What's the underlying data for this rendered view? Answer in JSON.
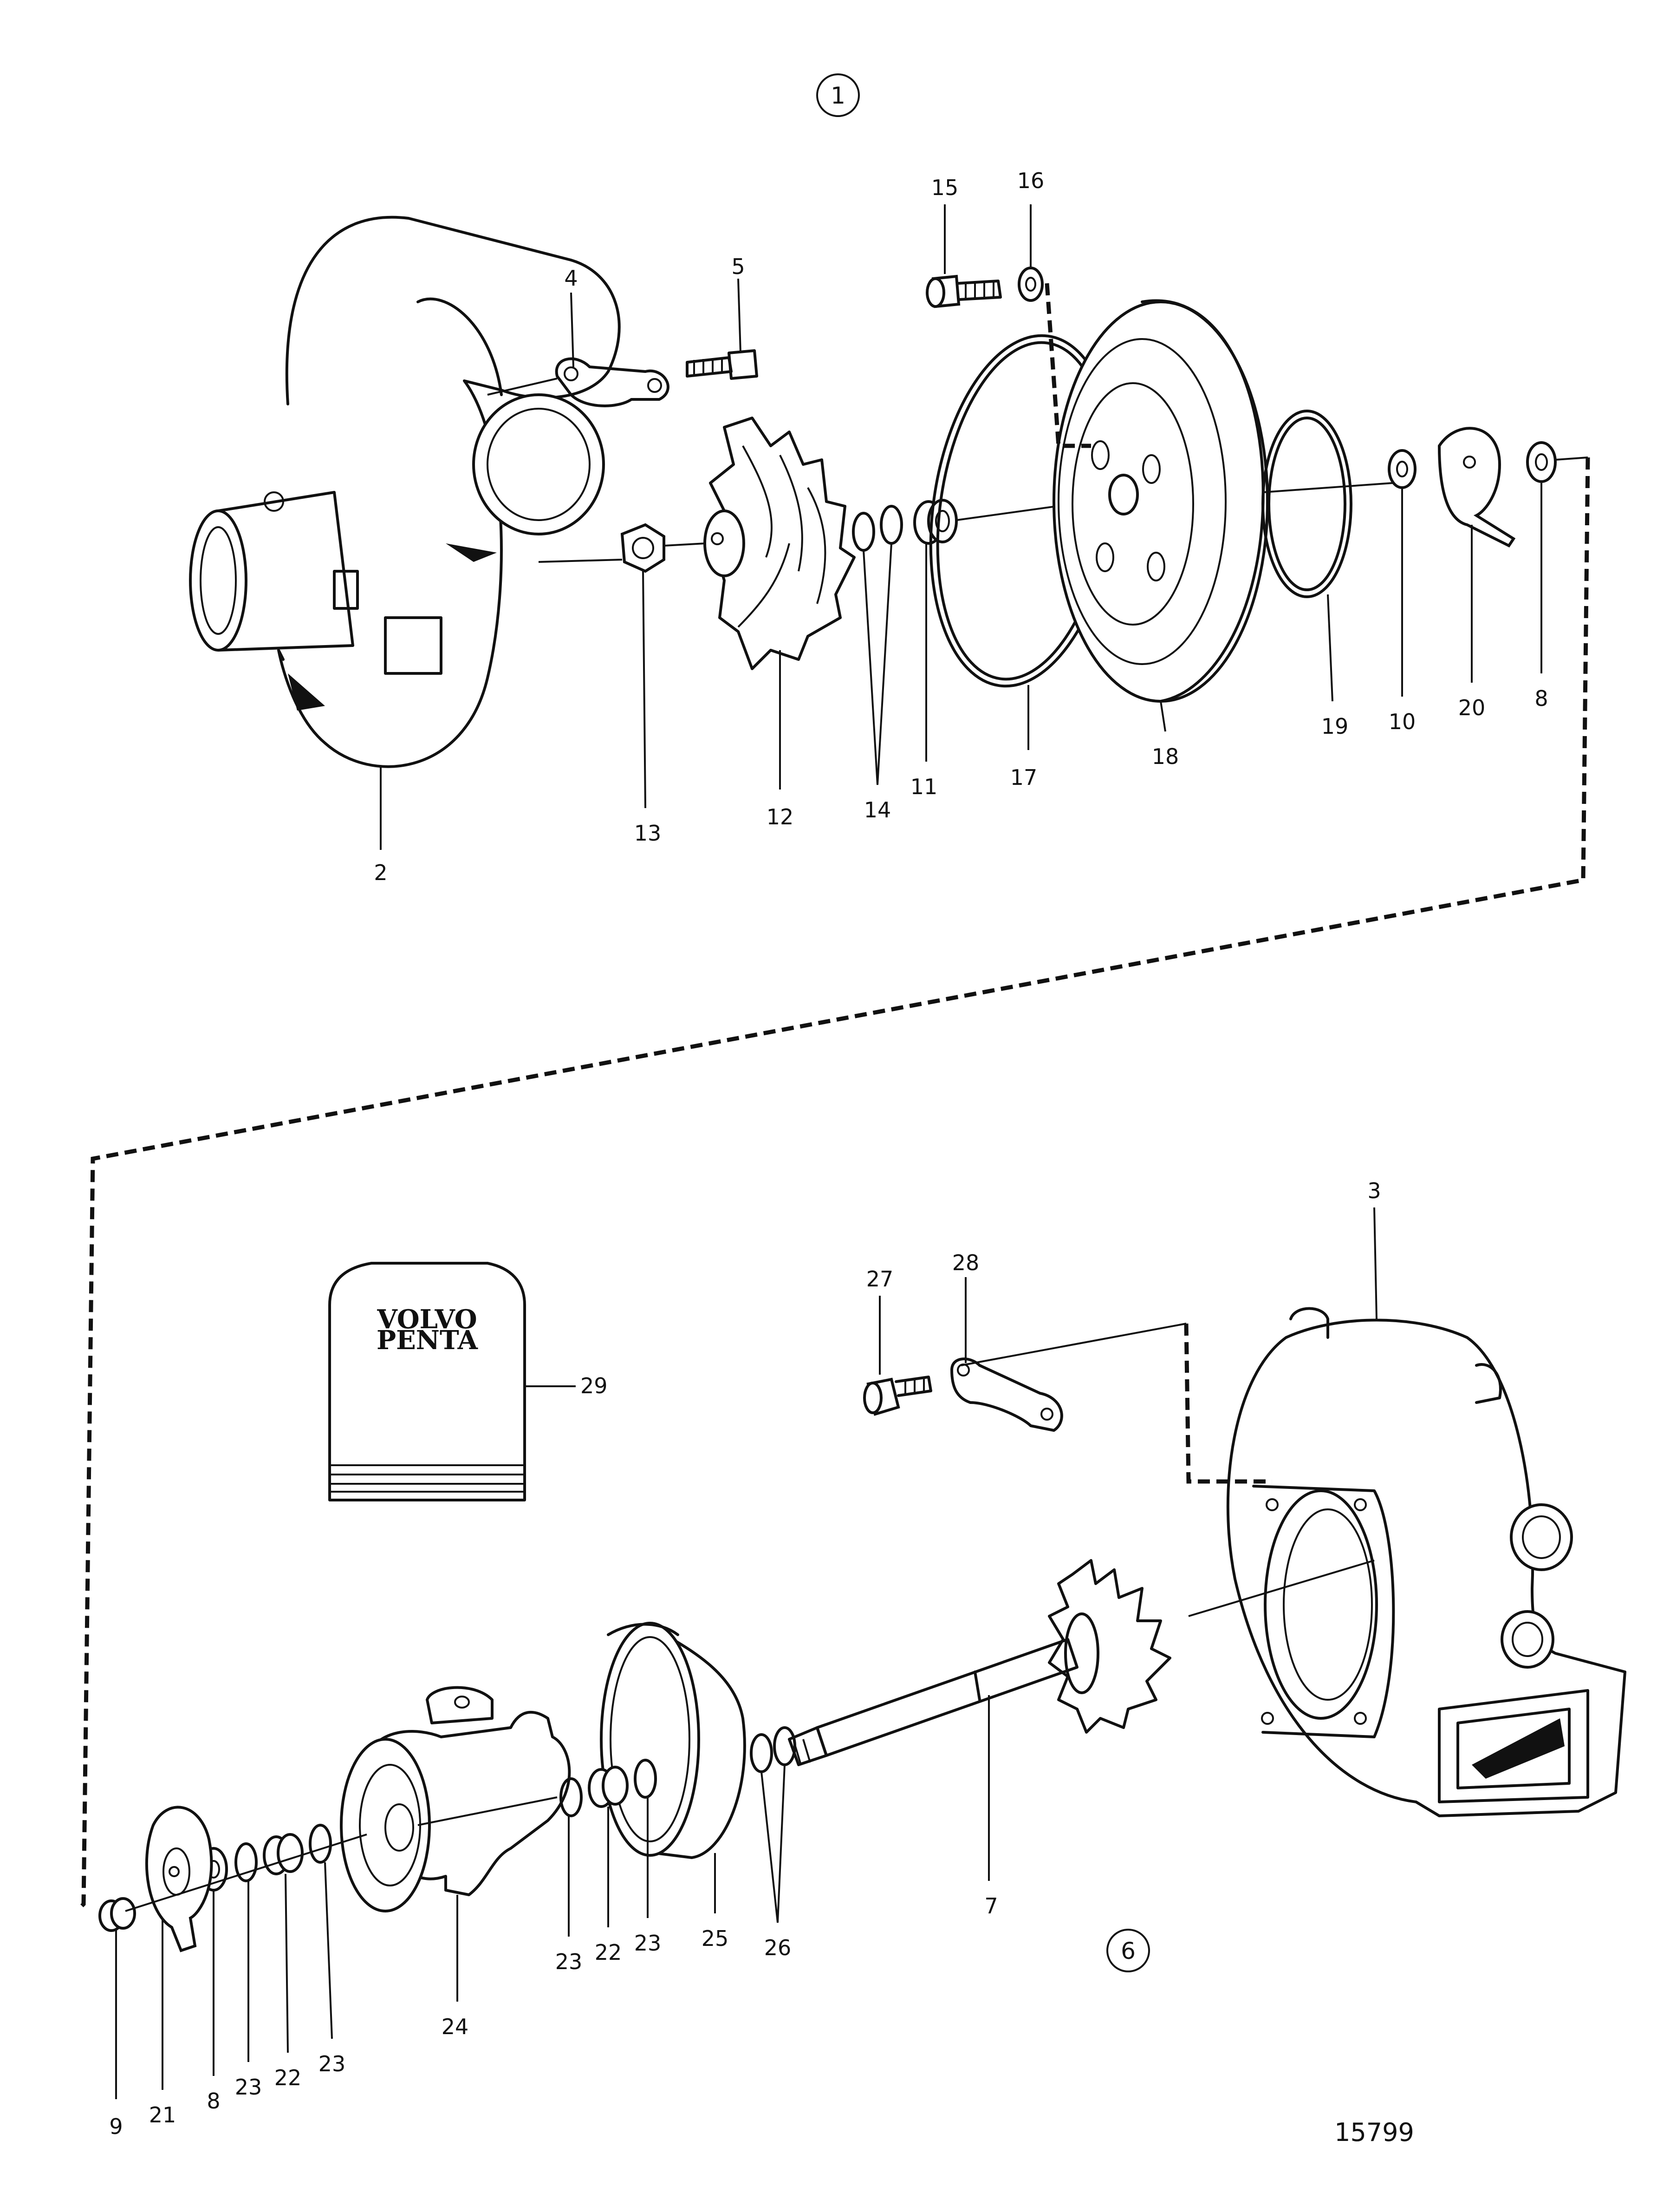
{
  "figure_number": "15799",
  "section_markers": {
    "top": "1",
    "bottom": "6"
  },
  "logo_lines": [
    "VOLVO",
    "PENTA"
  ],
  "part_labels": {
    "p2": "2",
    "p3": "3",
    "p4": "4",
    "p5": "5",
    "p7": "7",
    "p8a": "8",
    "p8b": "8",
    "p9": "9",
    "p10": "10",
    "p11": "11",
    "p12": "12",
    "p13": "13",
    "p14": "14",
    "p15": "15",
    "p16": "16",
    "p17": "17",
    "p18": "18",
    "p19": "19",
    "p20": "20",
    "p21": "21",
    "p22a": "22",
    "p22b": "22",
    "p23a": "23",
    "p23b": "23",
    "p23c": "23",
    "p23d": "23",
    "p24": "24",
    "p25": "25",
    "p26": "26",
    "p27": "27",
    "p28": "28",
    "p29": "29"
  }
}
